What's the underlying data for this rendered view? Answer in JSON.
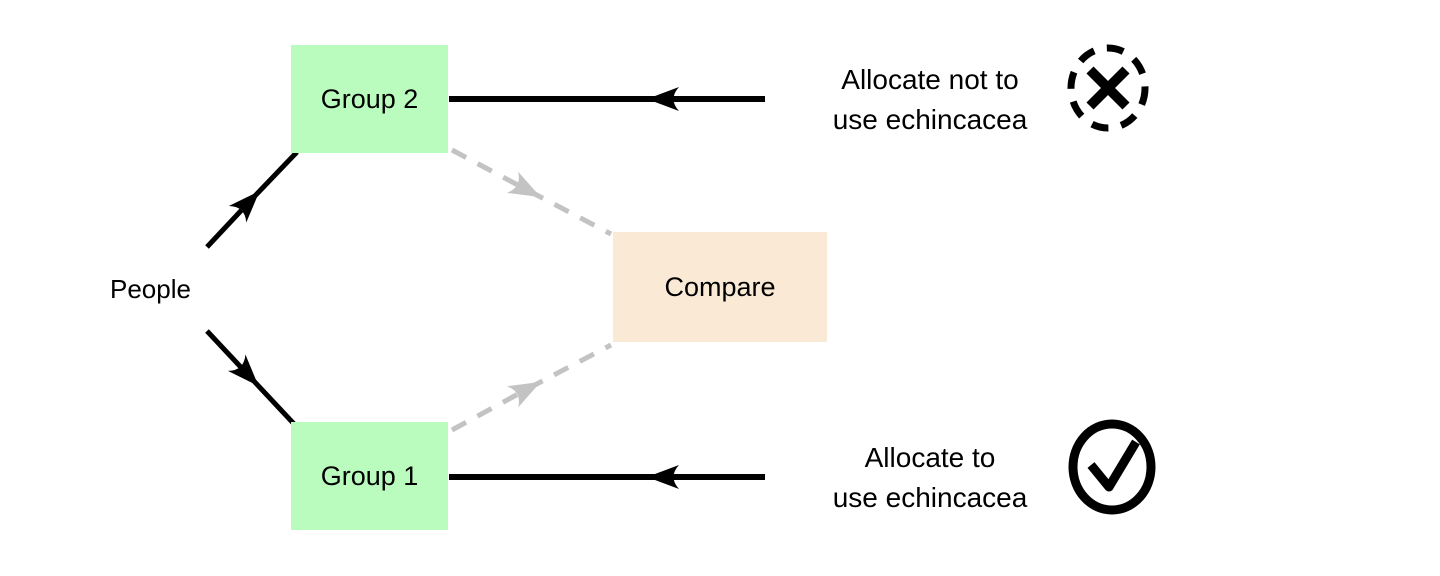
{
  "diagram": {
    "people_label": "People",
    "nodes": {
      "group2": "Group 2",
      "group1": "Group 1",
      "compare": "Compare"
    },
    "annotations": {
      "allocate_not": {
        "line1": "Allocate not to",
        "line2": "use echincacea"
      },
      "allocate": {
        "line1": "Allocate to",
        "line2": "use echincacea"
      }
    },
    "icons": {
      "cross": "cross-in-dashed-circle-icon",
      "check": "check-in-circle-icon"
    },
    "colors": {
      "group_box": "#b9fcbd",
      "compare_box": "#f9e9d5",
      "arrow_black": "#000000",
      "arrow_gray": "#c3c3c3",
      "text": "#000000",
      "background": "#ffffff"
    }
  }
}
